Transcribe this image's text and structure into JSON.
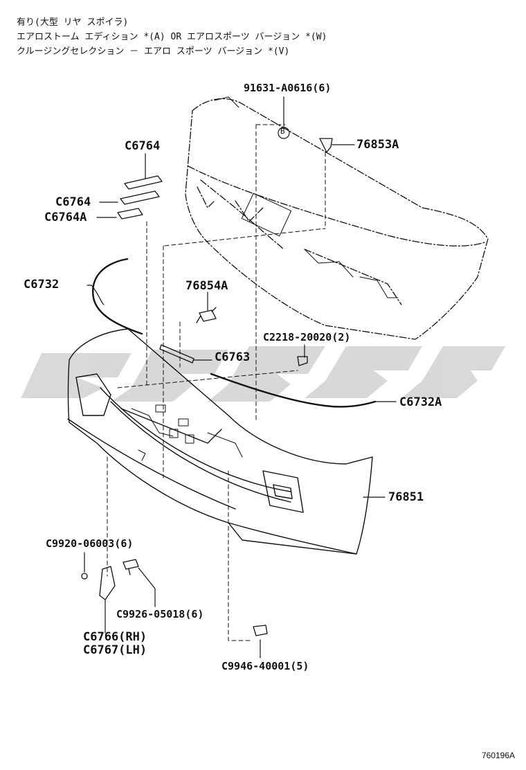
{
  "header": {
    "line1": "有り(大型 リヤ スポイラ)",
    "line2": "エアロストーム エディション *(A) OR エアロスポーツ バージョン *(W)",
    "line3": "クルージングセレクション － エアロ スポーツ バージョン *(V)"
  },
  "callouts": {
    "p91631": "91631-A0616(6)",
    "b_marker": "B",
    "p76853A": "76853A",
    "c6764_top": "C6764",
    "c6764_mid": "C6764",
    "c6764A": "C6764A",
    "c6732": "C6732",
    "p76854A": "76854A",
    "c2218": "C2218-20020(2)",
    "c6763": "C6763",
    "c6732A": "C6732A",
    "p76851": "76851",
    "c9920": "C9920-06003(6)",
    "c9926": "C9926-05018(6)",
    "c6766": "C6766(RH)",
    "c6767": "C6767(LH)",
    "c9946": "C9946-40001(5)"
  },
  "figure_code": "760196A"
}
